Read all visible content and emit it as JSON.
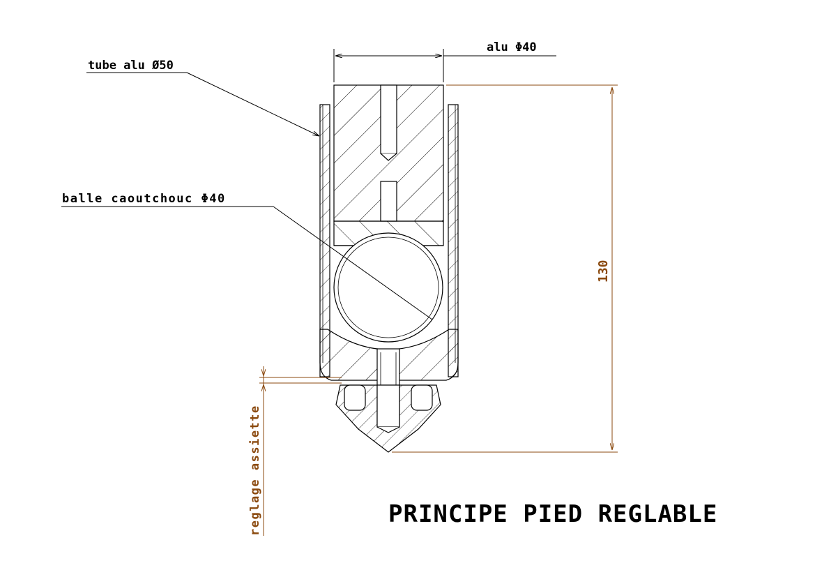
{
  "labels": {
    "tube": "tube alu Ø50",
    "alu": "alu Φ40",
    "balle": "balle caoutchouc Φ40",
    "dimension": "130",
    "reglage": "reglage assiette",
    "title": "PRINCIPE PIED REGLABLE"
  },
  "colors": {
    "line": "#000000",
    "dimension": "#8b4a0f",
    "background": "#ffffff"
  }
}
